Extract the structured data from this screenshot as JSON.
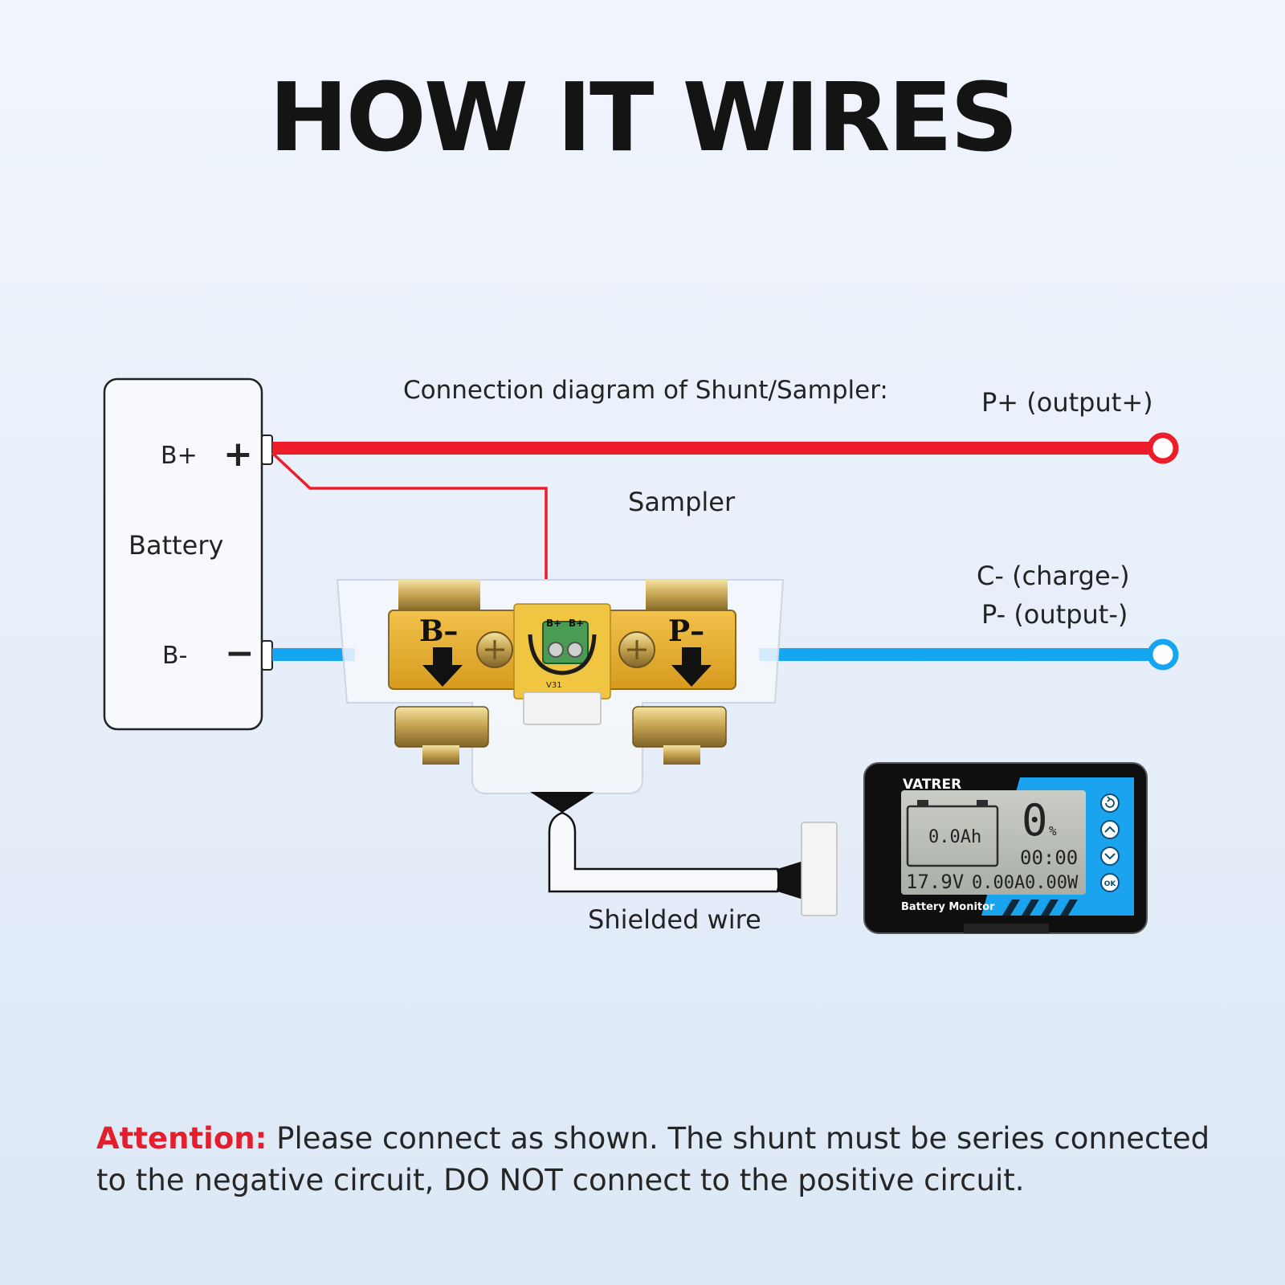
{
  "title": "HOW IT WIRES",
  "diagram": {
    "heading": "Connection diagram of Shunt/Sampler:",
    "battery": {
      "label": "Battery",
      "pos_label": "B+",
      "neg_label": "B-",
      "pos_symbol": "+",
      "neg_symbol": "−"
    },
    "positive_output": "P+ (output+)",
    "negative_output": [
      "C- (charge-)",
      "P- (output-)"
    ],
    "sampler_label": "Sampler",
    "shielded_wire_label": "Shielded wire",
    "shunt": {
      "left_terminal": "B–",
      "right_terminal": "P–",
      "connector_labels": [
        "B+",
        "B+"
      ],
      "pcb_marking": "V31"
    },
    "colors": {
      "positive_wire": "#ec1c2b",
      "negative_wire": "#14a6f1",
      "shunt_bar": "#e2ab2e",
      "monitor_accent": "#1aa3ee"
    }
  },
  "monitor": {
    "brand": "VATRER",
    "model_label": "Battery Monitor",
    "capacity": "0.0Ah",
    "percent": "0",
    "percent_unit": "%",
    "time": "00:00",
    "voltage": "17.9V",
    "current": "0.00A",
    "power": "0.00W",
    "buttons": [
      "back-icon",
      "up-icon",
      "down-icon",
      "ok-icon"
    ],
    "ok_label": "OK"
  },
  "attention": {
    "label": "Attention:",
    "text": " Please connect as shown. The shunt must be series connected to the negative circuit, DO NOT connect to the positive circuit."
  }
}
